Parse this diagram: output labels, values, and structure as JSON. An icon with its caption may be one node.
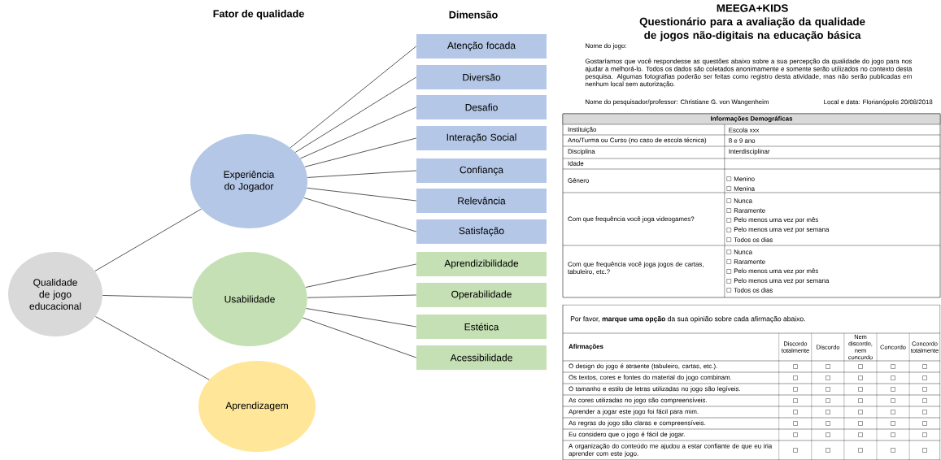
{
  "diagram": {
    "nodes": [
      {
        "text": [
          "Qualidade de jogo educacional"
        ]
      },
      {
        "text": [
          "Experiência do Jogador"
        ]
      },
      {
        "text": [
          "Usabilidade"
        ]
      },
      {
        "text": [
          "Aprendizagem"
        ]
      },
      {
        "text": [
          "Atenção focada"
        ]
      },
      {
        "text": [
          "Diversão"
        ]
      },
      {
        "text": [
          "Desafio"
        ]
      },
      {
        "text": [
          "Interação Social"
        ]
      },
      {
        "text": [
          "Confiança"
        ]
      },
      {
        "text": [
          "Relevância"
        ]
      },
      {
        "text": [
          "Satisfação"
        ]
      },
      {
        "text": [
          "Aprendizibilidade"
        ]
      },
      {
        "text": [
          "Operabilidade"
        ]
      },
      {
        "text": [
          "Estética"
        ]
      },
      {
        "text": [
          "Acessibilidade"
        ]
      }
    ],
    "edges": [
      {
        "from": 0,
        "to": 1,
        "arrow": "none"
      },
      {
        "from": 0,
        "to": 2,
        "arrow": "none"
      },
      {
        "from": 0,
        "to": 3,
        "arrow": "none"
      },
      {
        "from": 1,
        "to": 4,
        "arrow": "none"
      },
      {
        "from": 1,
        "to": 5,
        "arrow": "none"
      },
      {
        "from": 1,
        "to": 6,
        "arrow": "none"
      },
      {
        "from": 1,
        "to": 7,
        "arrow": "none"
      },
      {
        "from": 1,
        "to": 8,
        "arrow": "none"
      },
      {
        "from": 1,
        "to": 9,
        "arrow": "none"
      },
      {
        "from": 1,
        "to": 10,
        "arrow": "none"
      },
      {
        "from": 2,
        "to": 11,
        "arrow": "none"
      },
      {
        "from": 2,
        "to": 12,
        "arrow": "none"
      },
      {
        "from": 2,
        "to": 13,
        "arrow": "none"
      },
      {
        "from": 2,
        "to": 14,
        "arrow": "none"
      }
    ],
    "labels": [
      "Fator de qualidade",
      "Dimensão",
      "MEEGA+KIDS",
      "Questionário para a avaliação da qualidade de jogos não-digitais na educação básica",
      "Nome do jogo:",
      "Gostaríamos que você respondesse as questões abaixo sobre a sua percepção da qualidade do jogo para nos ajudar a melhorá-lo. Todos os dados são coletados anonimamente e somente serão utilizados no contexto desta pesquisa. Algumas fotografias poderão ser feitas como registro desta atividade, mas não serão publicadas em nenhum local sem autorização.",
      "Nome do pesquisador/professor: Christiane G. von Wangenheim",
      "Local e data: Florianópolis 20/08/2018",
      "Informações Demográficas",
      "Instituição",
      "Escola xxx",
      "Ano/Turma ou Curso (no caso de escola técnica)",
      "8 e 9 ano",
      "Disciplina",
      "Interdisciplinar",
      "Idade",
      "Gênero",
      "Menino",
      "Menina",
      "Com que frequência você joga videogames?",
      "Nunca",
      "Raramente",
      "Pelo menos uma vez por mês",
      "Pelo menos uma vez por semana",
      "Todos os dias",
      "Com que frequência você joga jogos de cartas, tabuleiro, etc.?",
      "Nunca",
      "Raramente",
      "Pelo menos uma vez por mês",
      "Pelo menos uma vez por semana",
      "Todos os dias",
      "Por favor, **marque uma opção** da sua opinião sobre cada afirmação abaixo.",
      "Afirmações",
      "Discordo totalmente",
      "Discordo",
      "Nem discordo, nem concordo",
      "Concordo",
      "Concordo totalmente",
      "O design do jogo é atraente (tabuleiro, cartas, etc.).",
      "Os textos, cores e fontes do material do jogo combinam.",
      "O tamanho e estilo de letras utilizadas no jogo são legíveis.",
      "As cores utilizadas no jogo são compreensíveis.",
      "Aprender a jogar este jogo foi fácil para mim.",
      "As regras do jogo são claras e compreensíveis.",
      "Eu considero que o jogo é fácil de jogar.",
      "A organização do conteúdo me ajudou a estar confiante de que eu iria aprender com este jogo."
    ]
  }
}
